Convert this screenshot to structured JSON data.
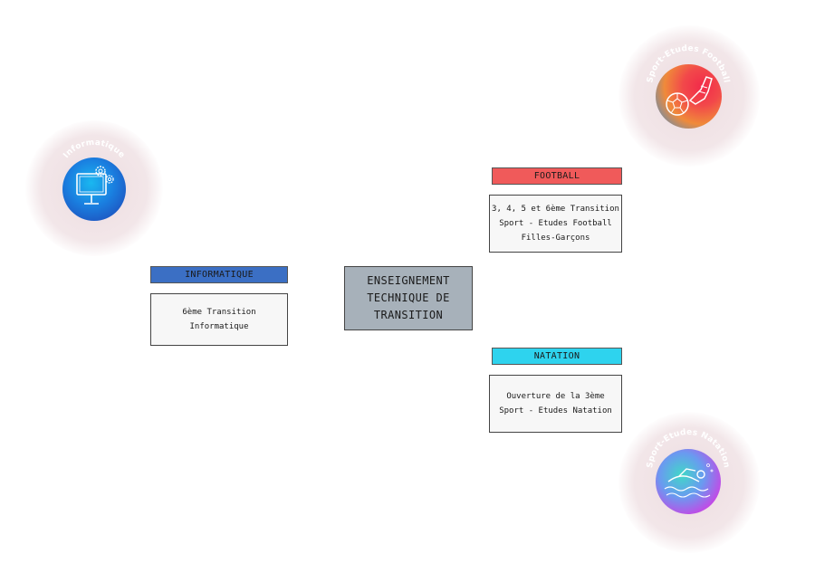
{
  "central": {
    "lines": [
      "ENSEIGNEMENT",
      "TECHNIQUE DE",
      "TRANSITION"
    ]
  },
  "branches": {
    "informatique": {
      "title": "INFORMATIQUE",
      "lines": [
        "6ème Transition",
        "Informatique"
      ],
      "color": "#3b6fc4"
    },
    "football": {
      "title": "FOOTBALL",
      "lines": [
        "3, 4, 5 et 6ème Transition",
        "Sport - Etudes Football",
        "Filles-Garçons"
      ],
      "color": "#f05a5a"
    },
    "natation": {
      "title": "NATATION",
      "lines": [
        "Ouverture de la 3ème",
        "Sport - Etudes Natation"
      ],
      "color": "#2ed3ee"
    }
  },
  "badges": {
    "informatique": {
      "label": "Informatique",
      "icon": "computer-gears-icon"
    },
    "football": {
      "label": "Sport-Etudes Football",
      "icon": "soccer-cleat-ball-icon"
    },
    "natation": {
      "label": "Sport-Etudes Natation",
      "icon": "swimmer-icon"
    }
  }
}
